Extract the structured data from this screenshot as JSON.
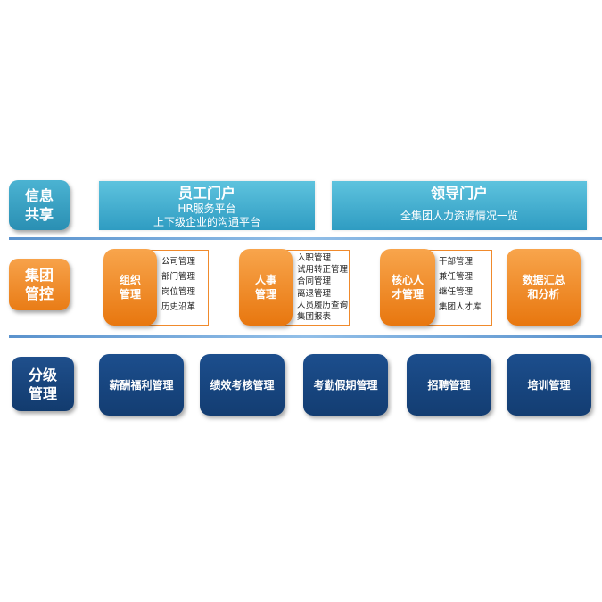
{
  "rows": {
    "info_share": {
      "label_line1": "信息",
      "label_line2": "共享"
    },
    "group_control": {
      "label_line1": "集团",
      "label_line2": "管控"
    },
    "tier_mgmt": {
      "label_line1": "分级",
      "label_line2": "管理"
    }
  },
  "portals": [
    {
      "title": "员工门户",
      "subtitle_line1": "HR服务平台",
      "subtitle_line2": "上下级企业的沟通平台"
    },
    {
      "title": "领导门户",
      "subtitle_line1": "全集团人力资源情况一览"
    }
  ],
  "group_modules": [
    {
      "label_line1": "组织",
      "label_line2": "管理",
      "items": [
        "公司管理",
        "部门管理",
        "岗位管理",
        "历史沿革"
      ]
    },
    {
      "label_line1": "人事",
      "label_line2": "管理",
      "items": [
        "入职管理",
        "试用转正管理",
        "合同管理",
        "离退管理",
        "人员履历查询",
        "集团报表"
      ]
    },
    {
      "label_line1": "核心人",
      "label_line2": "才管理",
      "items": [
        "干部管理",
        "兼任管理",
        "继任管理",
        "集团人才库"
      ]
    },
    {
      "label_line1": "数据汇总",
      "label_line2": "和分析"
    }
  ],
  "tier_modules": [
    "薪酬福利管理",
    "绩效考核管理",
    "考勤假期管理",
    "招聘管理",
    "培训管理"
  ],
  "colors": {
    "teal": "#2f9cc2",
    "orange": "#e97c16",
    "navy": "#123b6e",
    "divider": "#3d7fc4"
  }
}
